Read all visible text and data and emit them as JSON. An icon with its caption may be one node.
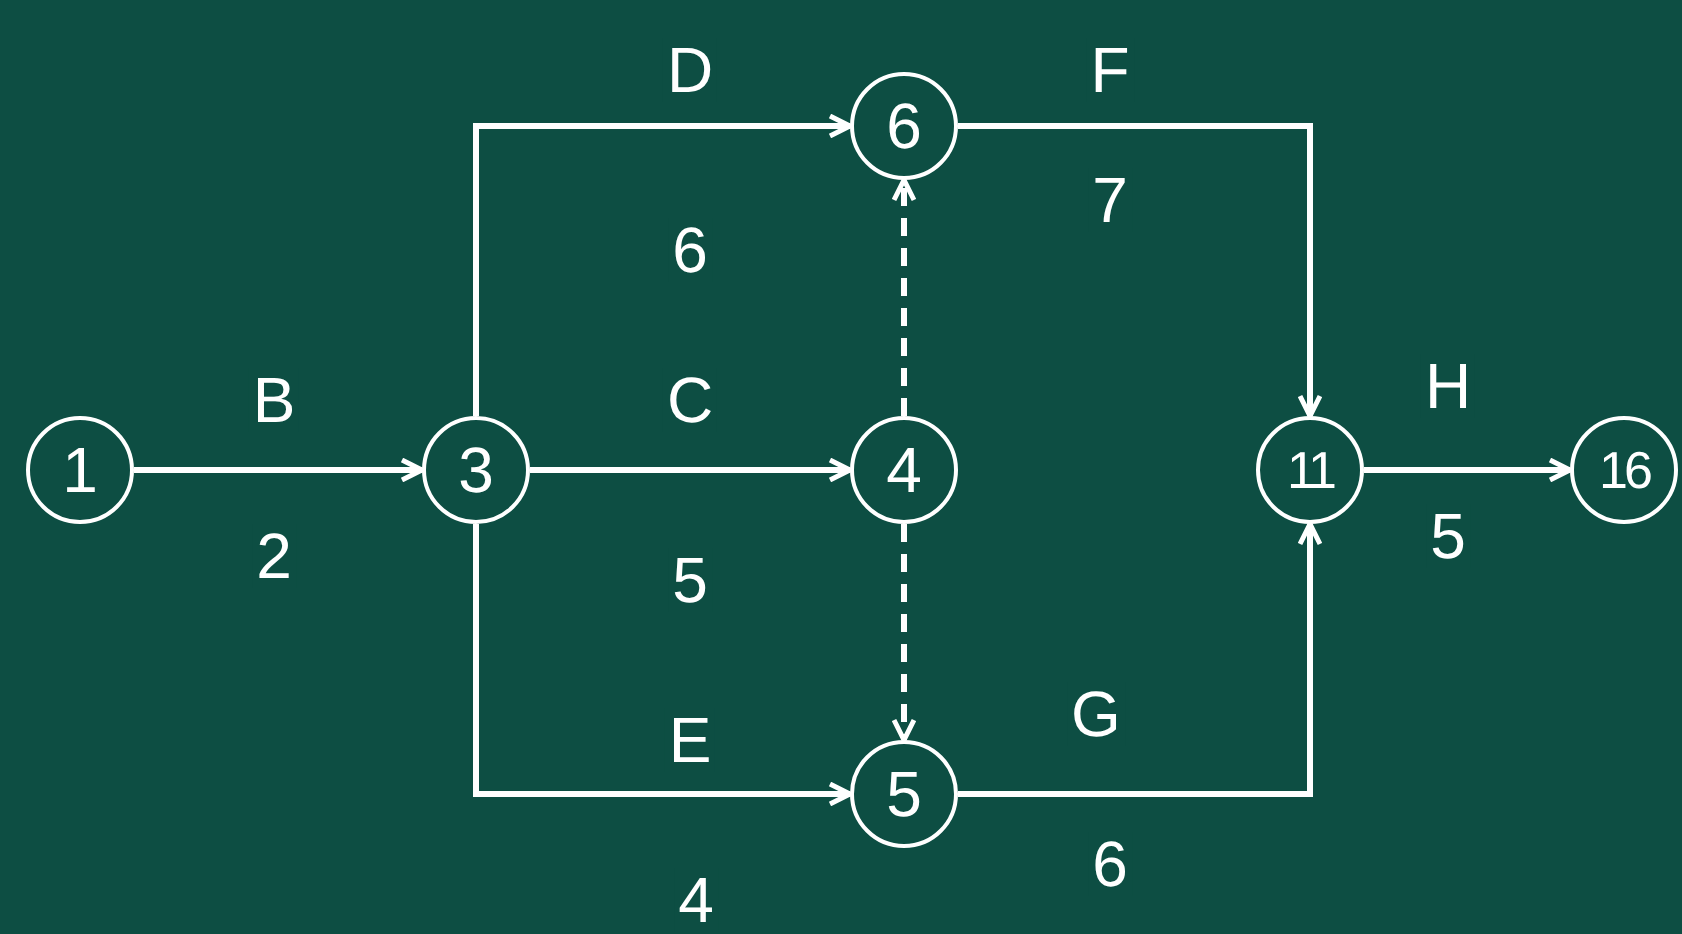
{
  "diagram": {
    "nodes": [
      {
        "text": [
          "1"
        ]
      },
      {
        "text": [
          "3"
        ]
      },
      {
        "text": [
          "6"
        ]
      },
      {
        "text": [
          "4"
        ]
      },
      {
        "text": [
          "5"
        ]
      },
      {
        "text": [
          "11"
        ]
      },
      {
        "text": [
          "16"
        ]
      }
    ],
    "edges": [
      {
        "from": 0,
        "to": 1,
        "arrow": "to",
        "label": "B"
      },
      {
        "from": 1,
        "to": 2,
        "arrow": "to",
        "label": "D"
      },
      {
        "from": 1,
        "to": 3,
        "arrow": "to",
        "label": "C"
      },
      {
        "from": 1,
        "to": 4,
        "arrow": "to",
        "label": "E"
      },
      {
        "from": 3,
        "to": 2,
        "arrow": "to",
        "style": "dashed"
      },
      {
        "from": 3,
        "to": 4,
        "arrow": "to",
        "style": "dashed"
      },
      {
        "from": 2,
        "to": 5,
        "arrow": "to",
        "label": "F"
      },
      {
        "from": 4,
        "to": 5,
        "arrow": "to",
        "label": "G"
      },
      {
        "from": 5,
        "to": 6,
        "arrow": "to",
        "label": "H"
      }
    ],
    "labels": [
      "6",
      "7",
      "2",
      "5",
      "5",
      "6",
      "4"
    ]
  }
}
